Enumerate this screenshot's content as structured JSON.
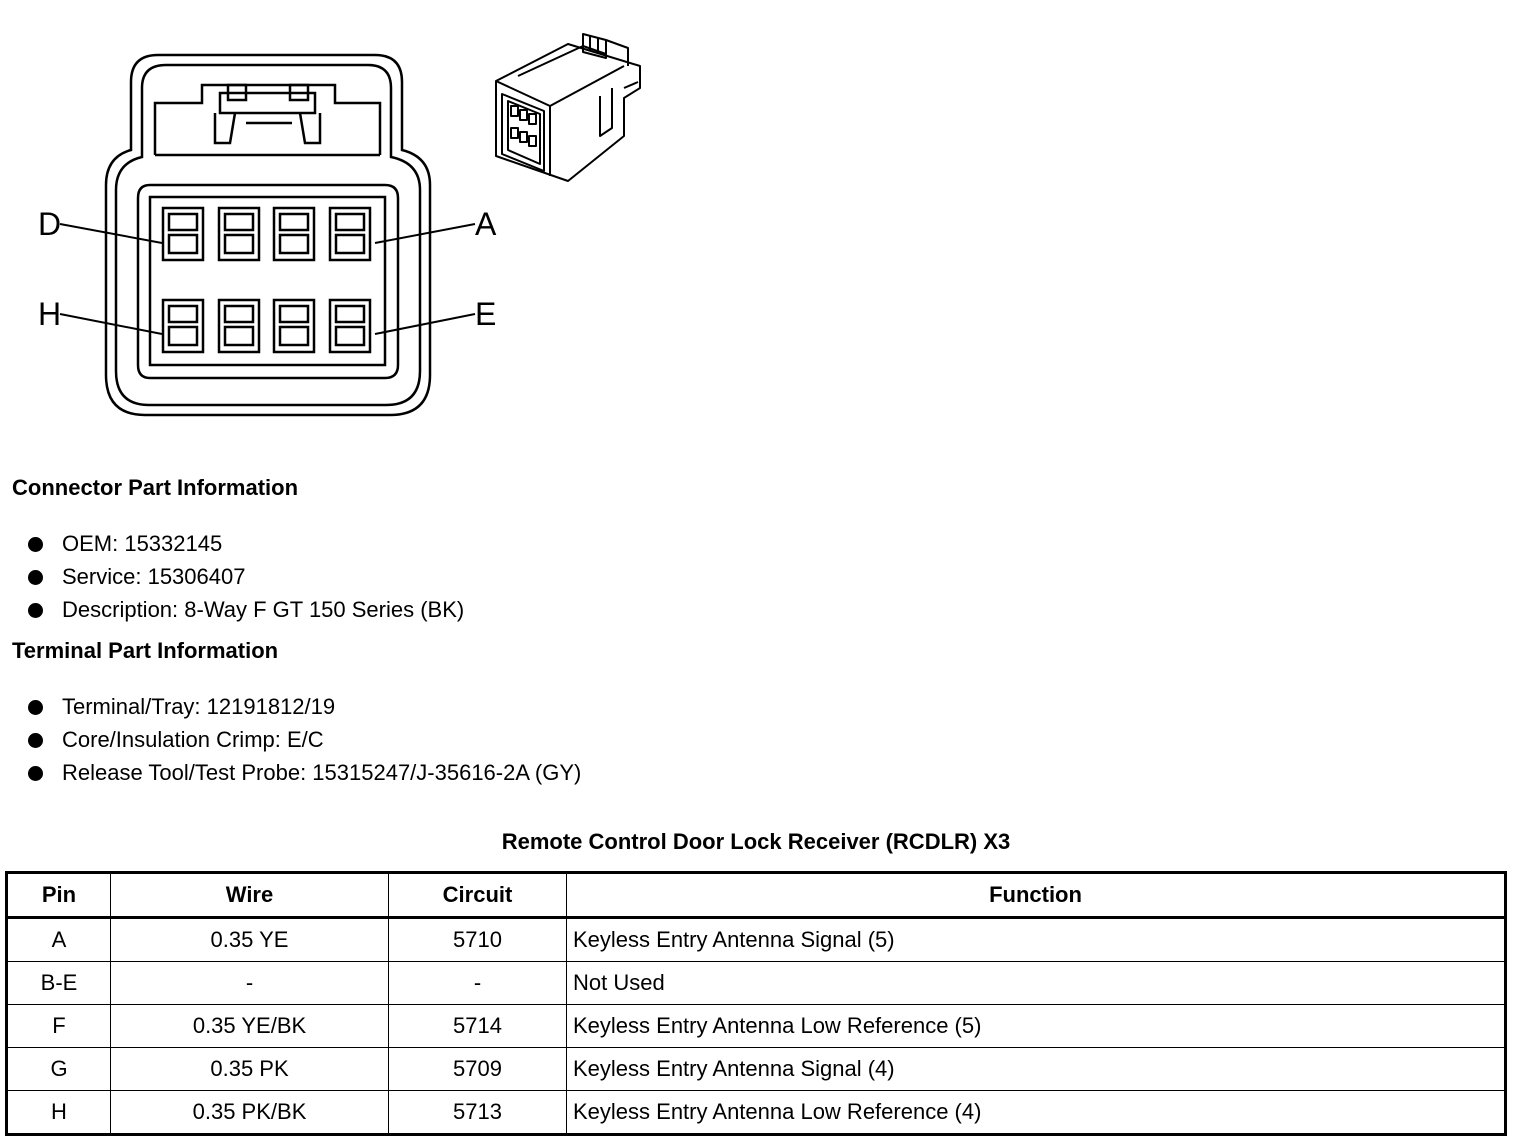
{
  "diagram": {
    "pin_labels": {
      "top_left": "D",
      "top_right": "A",
      "bottom_left": "H",
      "bottom_right": "E"
    }
  },
  "connector_info": {
    "title": "Connector Part Information",
    "items": [
      "OEM: 15332145",
      "Service: 15306407",
      "Description: 8-Way F GT 150 Series (BK)"
    ]
  },
  "terminal_info": {
    "title": "Terminal Part Information",
    "items": [
      "Terminal/Tray: 12191812/19",
      "Core/Insulation Crimp: E/C",
      "Release Tool/Test Probe: 15315247/J-35616-2A (GY)"
    ]
  },
  "table": {
    "title": "Remote Control Door Lock Receiver (RCDLR) X3",
    "headers": [
      "Pin",
      "Wire",
      "Circuit",
      "Function"
    ],
    "rows": [
      [
        "A",
        "0.35 YE",
        "5710",
        "Keyless Entry Antenna Signal (5)"
      ],
      [
        "B-E",
        "-",
        "-",
        "Not Used"
      ],
      [
        "F",
        "0.35 YE/BK",
        "5714",
        "Keyless Entry Antenna Low Reference (5)"
      ],
      [
        "G",
        "0.35 PK",
        "5709",
        "Keyless Entry Antenna Signal (4)"
      ],
      [
        "H",
        "0.35 PK/BK",
        "5713",
        "Keyless Entry Antenna Low Reference (4)"
      ]
    ]
  }
}
